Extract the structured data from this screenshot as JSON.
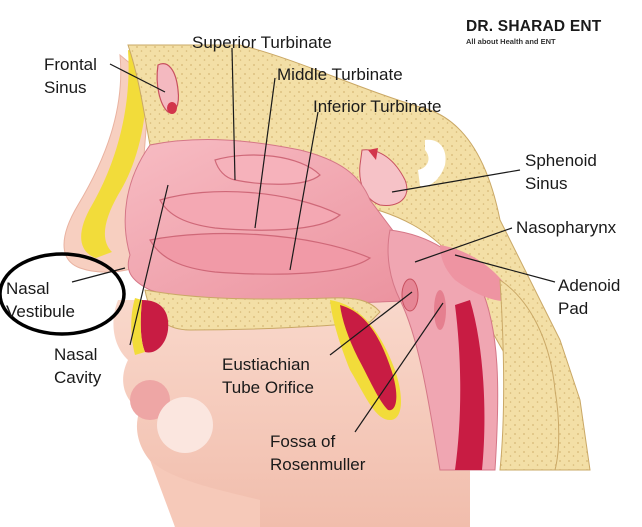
{
  "brand": {
    "title": "DR. SHARAD ENT",
    "subtitle": "All about Health and ENT"
  },
  "labels": {
    "frontal_sinus": [
      "Frontal",
      "Sinus"
    ],
    "superior_turbinate": "Superior Turbinate",
    "middle_turbinate": "Middle Turbinate",
    "inferior_turbinate": "Inferior Turbinate",
    "sphenoid_sinus": [
      "Sphenoid",
      "Sinus"
    ],
    "nasopharynx": "Nasopharynx",
    "adenoid_pad": [
      "Adenoid",
      "Pad"
    ],
    "nasal_vestibule": [
      "Nasal",
      "Vestibule"
    ],
    "nasal_cavity": [
      "Nasal",
      "Cavity"
    ],
    "eustachian_tube_orifice": [
      "Eustiachian",
      "Tube Orifice"
    ],
    "fossa_of_rosenmuller": [
      "Fossa of",
      "Rosenmuller"
    ]
  },
  "colors": {
    "bone": "#f3dfa6",
    "bone_dot": "#d7b877",
    "mucosa": "#f2a3ae",
    "mucosa_dark": "#e07f8c",
    "skin": "#f7cfc0",
    "fat_yellow": "#f2dc3a",
    "muscle_red": "#c81c43",
    "highlight": "#000000"
  }
}
